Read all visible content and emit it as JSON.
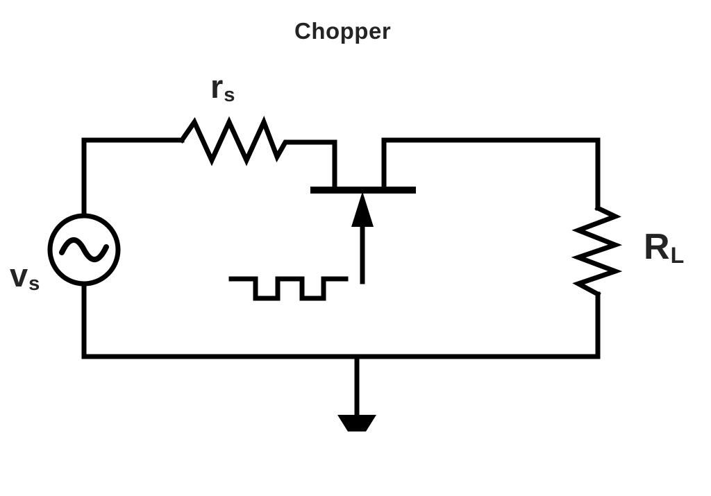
{
  "diagram": {
    "title": "Chopper",
    "colors": {
      "background": "#ffffff",
      "line": "#000000",
      "text": "#242424"
    },
    "labels": {
      "source_voltage": {
        "base": "v",
        "sub": "s"
      },
      "source_resistor": {
        "base": "r",
        "sub": "s"
      },
      "load_resistor": {
        "base": "R",
        "sub": "L"
      }
    },
    "icons": [
      "ac-voltage-source-icon",
      "resistor-zigzag-icon",
      "jfet-transistor-icon",
      "square-wave-icon",
      "gate-arrow-icon",
      "ground-arrow-icon"
    ]
  }
}
